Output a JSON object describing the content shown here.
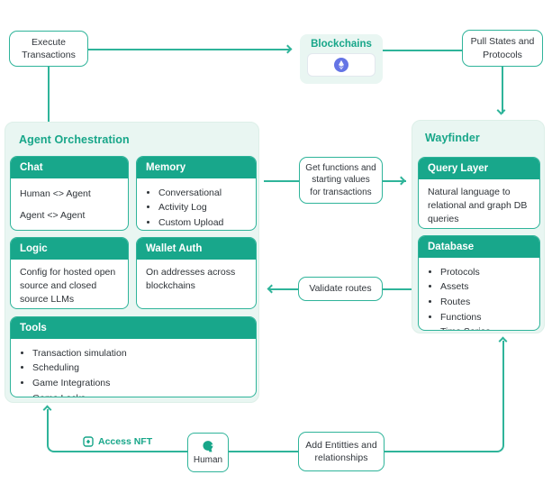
{
  "colors": {
    "accent": "#17a689",
    "line": "#2fb49a",
    "panel_bg": "#e9f6f2",
    "header_bg": "#18a78b",
    "eth_blue": "#6474e5"
  },
  "nodes": {
    "execute_transactions": "Execute\nTransactions",
    "pull_states": "Pull States and\nProtocols",
    "get_functions": "Get functions and\nstarting values\nfor transactions",
    "validate_routes": "Validate routes",
    "add_entities": "Add Entitties and\nrelationships",
    "human": "Human",
    "access_nft": "Access NFT"
  },
  "blockchains": {
    "title": "Blockchains",
    "icon": "ethereum-icon"
  },
  "agent_orchestration": {
    "title": "Agent Orchestration",
    "cards": {
      "chat": {
        "title": "Chat",
        "lines": [
          "Human <> Agent",
          "Agent <> Agent"
        ]
      },
      "memory": {
        "title": "Memory",
        "bullets": [
          "Conversational",
          "Activity Log",
          "Custom Upload"
        ]
      },
      "logic": {
        "title": "Logic",
        "text": "Config for hosted open source and closed source LLMs"
      },
      "wallet_auth": {
        "title": "Wallet Auth",
        "text": "On addresses across blockchains"
      },
      "tools": {
        "title": "Tools",
        "bullets": [
          "Transaction simulation",
          "Scheduling",
          "Game Integrations",
          "Game Locks"
        ]
      }
    }
  },
  "wayfinder": {
    "title": "Wayfinder",
    "cards": {
      "query_layer": {
        "title": "Query Layer",
        "text": "Natural language to relational and graph DB queries"
      },
      "database": {
        "title": "Database",
        "bullets": [
          "Protocols",
          "Assets",
          "Routes",
          "Functions",
          "Time Series"
        ]
      }
    }
  },
  "icons": {
    "blockchains_icon": "ethereum-icon",
    "human_icon": "person-head-icon",
    "access_nft_icon": "nft-badge-icon"
  }
}
